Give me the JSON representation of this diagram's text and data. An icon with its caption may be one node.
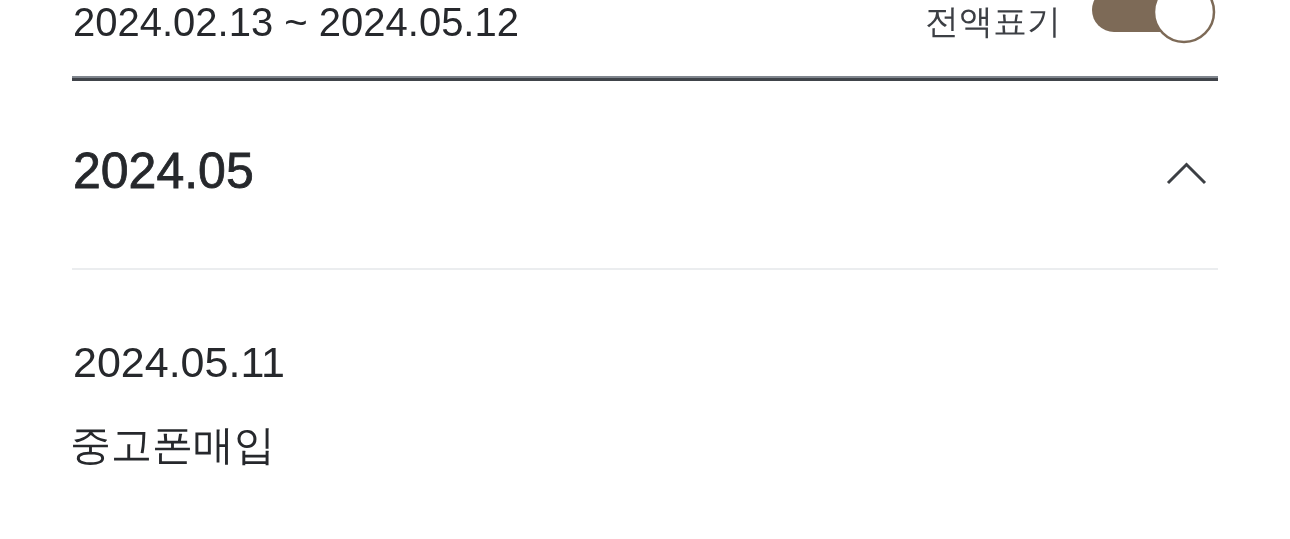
{
  "diagram": {
    "labels": [
      "2024.02.13 ~ 2024.05.12",
      "전액표기",
      "2024.05",
      "2024.05.11",
      "중고폰매입"
    ]
  }
}
